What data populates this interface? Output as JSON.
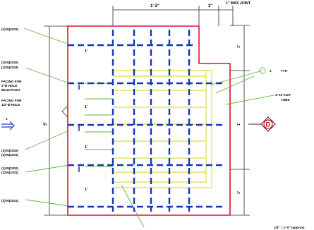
{
  "dimensions": {
    "top_main": "1'-2\"",
    "top_small": "3\"",
    "max_joint": "1\" MAX JOINT",
    "right_upper": "1'",
    "right_middle": "1'",
    "right_lower": "1'",
    "left_overall": "5'"
  },
  "left_callouts": [
    {
      "text": "(1)#5(2303)"
    },
    {
      "text": "(1)#5(2302)"
    },
    {
      "text": "(1)#5(2304)"
    },
    {
      "text": "PACING FOR"
    },
    {
      "text": "3\"Ø HOLE"
    },
    {
      "text": "86x20 POST"
    },
    {
      "text": "PACING FOR"
    },
    {
      "text": "1/2\"Ø HOLE"
    },
    {
      "text": "1'"
    },
    {
      "text": "(1)#5(2302)"
    },
    {
      "text": "(1)#5(2301)"
    },
    {
      "text": "(1)#5(2302)"
    },
    {
      "text": "(1)#5(2301)"
    },
    {
      "text": "(2)#5(2301)"
    }
  ],
  "right_callouts": {
    "typ": "TYP.",
    "weld": "6",
    "tube_size": "4\"x4\"x1/4\"",
    "tube": "TUBE"
  },
  "spacing_labels": [
    "1'",
    "1'",
    "1'",
    "1'"
  ],
  "section_tag": "D",
  "scale_note": "1/4\" = 1'-0\" (approx)",
  "colors": {
    "outline": "#e0102a",
    "rebar": "#1536b8",
    "yellow": "#e8e05a",
    "leader": "#5fb43a",
    "dim": "#2a2a2a"
  }
}
